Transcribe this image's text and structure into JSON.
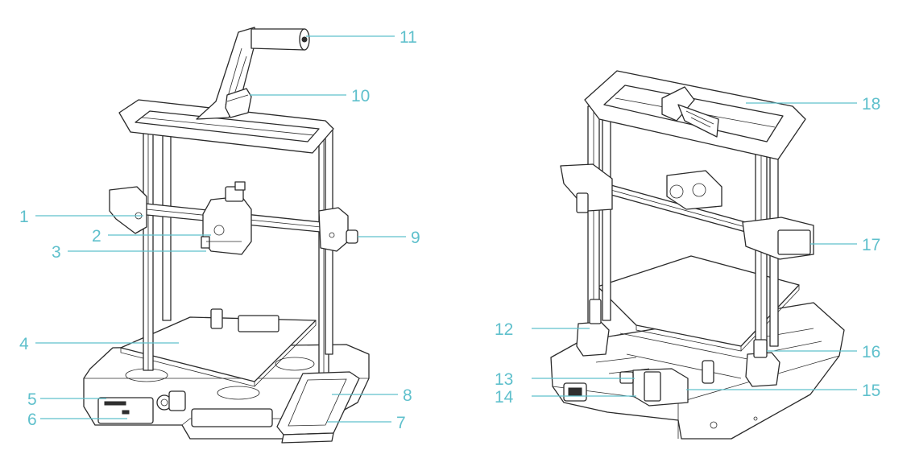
{
  "diagram": {
    "callouts": [
      {
        "id": "callout-1",
        "number": "1"
      },
      {
        "id": "callout-2",
        "number": "2"
      },
      {
        "id": "callout-3",
        "number": "3"
      },
      {
        "id": "callout-4",
        "number": "4"
      },
      {
        "id": "callout-5",
        "number": "5"
      },
      {
        "id": "callout-6",
        "number": "6"
      },
      {
        "id": "callout-7",
        "number": "7"
      },
      {
        "id": "callout-8",
        "number": "8"
      },
      {
        "id": "callout-9",
        "number": "9"
      },
      {
        "id": "callout-10",
        "number": "10"
      },
      {
        "id": "callout-11",
        "number": "11"
      },
      {
        "id": "callout-12",
        "number": "12"
      },
      {
        "id": "callout-13",
        "number": "13"
      },
      {
        "id": "callout-14",
        "number": "14"
      },
      {
        "id": "callout-15",
        "number": "15"
      },
      {
        "id": "callout-16",
        "number": "16"
      },
      {
        "id": "callout-17",
        "number": "17"
      },
      {
        "id": "callout-18",
        "number": "18"
      }
    ],
    "colors": {
      "callout": "#5fc0cc",
      "linework": "#2b2b2b",
      "background": "#ffffff"
    }
  }
}
